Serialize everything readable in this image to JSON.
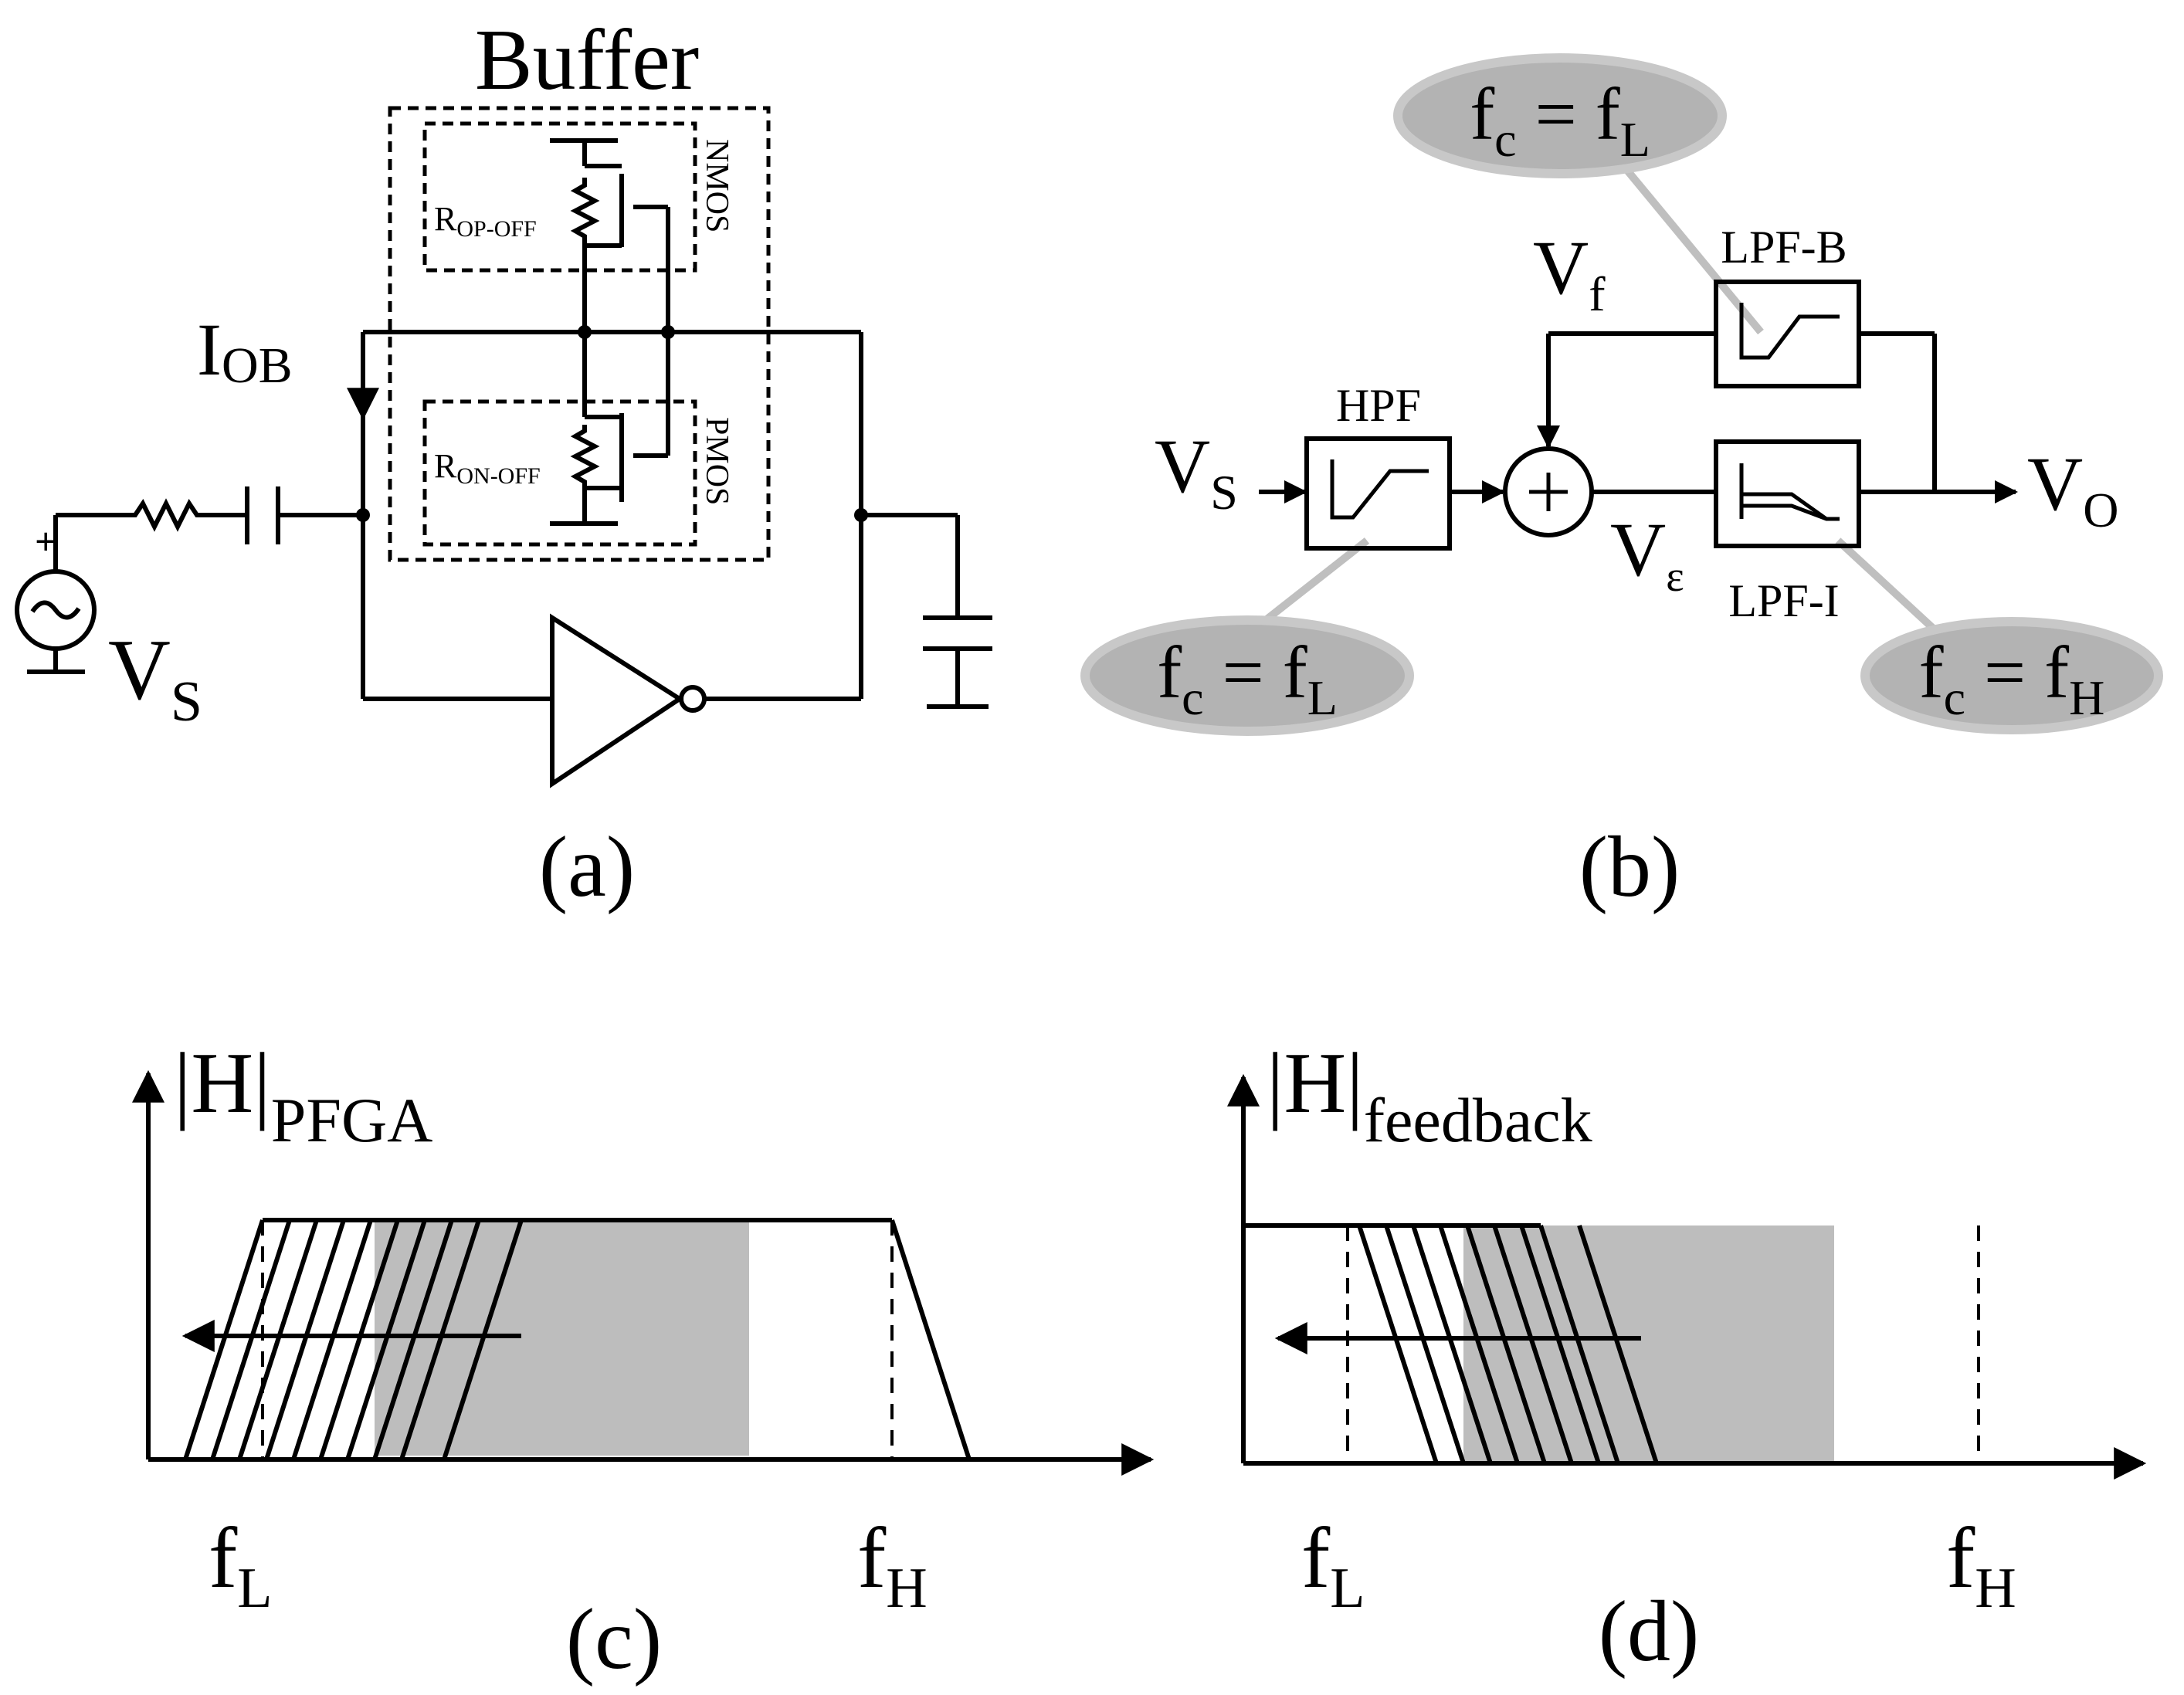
{
  "panel_a": {
    "caption": "(a)",
    "buffer_label": "Buffer",
    "current_label": "I",
    "current_sub": "OB",
    "nmos_label": "NMOS",
    "pmos_label": "PMOS",
    "r_top_label": "R",
    "r_top_sub": "OP-OFF",
    "r_bot_label": "R",
    "r_bot_sub": "ON-OFF",
    "source_label": "V",
    "source_sub": "S",
    "plus_sign": "+"
  },
  "panel_b": {
    "caption": "(b)",
    "hpf_label": "HPF",
    "lpfb_label": "LPF-B",
    "lpfi_label": "LPF-I",
    "vs_label": "V",
    "vs_sub": "S",
    "vf_label": "V",
    "vf_sub": "f",
    "vo_label": "V",
    "vo_sub": "O",
    "ve_label": "V",
    "ve_sub": "ε",
    "bubble_top_main": "f",
    "bubble_top_sub1": "c",
    "bubble_top_eq": " = f",
    "bubble_top_sub2": "L",
    "bubble_left_main": "f",
    "bubble_left_sub1": "c",
    "bubble_left_eq": " = f",
    "bubble_left_sub2": "L",
    "bubble_right_main": "f",
    "bubble_right_sub1": "c",
    "bubble_right_eq": " = f",
    "bubble_right_sub2": "H"
  },
  "panel_c": {
    "caption": "(c)",
    "ylabel": "|H|",
    "ylabel_sub": "PFGA",
    "fl_label": "f",
    "fl_sub": "L",
    "fh_label": "f",
    "fh_sub": "H"
  },
  "panel_d": {
    "caption": "(d)",
    "ylabel": "|H|",
    "ylabel_sub": "feedback",
    "fl_label": "f",
    "fl_sub": "L",
    "fh_label": "f",
    "fh_sub": "H"
  },
  "colors": {
    "shade": "#bdbdbd",
    "bubble": "#b3b3b3",
    "line": "#000000"
  }
}
